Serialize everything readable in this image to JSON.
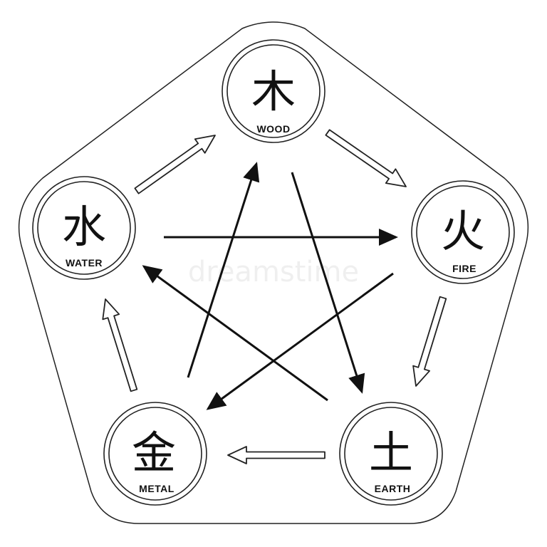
{
  "diagram": {
    "elements": [
      {
        "id": "wood",
        "glyph": "木",
        "label": "WOOD"
      },
      {
        "id": "fire",
        "glyph": "火",
        "label": "FIRE"
      },
      {
        "id": "earth",
        "glyph": "土",
        "label": "EARTH"
      },
      {
        "id": "metal",
        "glyph": "金",
        "label": "METAL"
      },
      {
        "id": "water",
        "glyph": "水",
        "label": "WATER"
      }
    ],
    "generating_cycle": [
      {
        "from": "wood",
        "to": "fire"
      },
      {
        "from": "fire",
        "to": "earth"
      },
      {
        "from": "earth",
        "to": "metal"
      },
      {
        "from": "metal",
        "to": "water"
      },
      {
        "from": "water",
        "to": "wood"
      }
    ],
    "controlling_cycle": [
      {
        "from": "wood",
        "to": "earth"
      },
      {
        "from": "earth",
        "to": "water"
      },
      {
        "from": "water",
        "to": "fire"
      },
      {
        "from": "fire",
        "to": "metal"
      },
      {
        "from": "metal",
        "to": "wood"
      }
    ],
    "watermark": "dreamstime"
  }
}
